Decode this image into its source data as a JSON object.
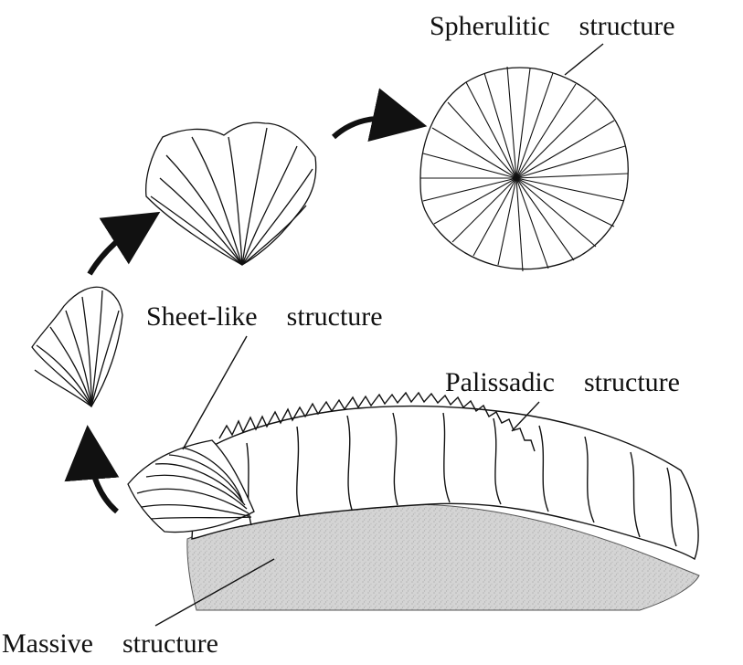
{
  "labels": {
    "spherulitic": [
      "Spherulitic",
      "structure"
    ],
    "sheet_like": [
      "Sheet-like",
      "structure"
    ],
    "palissadic": [
      "Palissadic",
      "structure"
    ],
    "massive": [
      "Massive",
      "structure"
    ]
  },
  "colors": {
    "ink": "#111111",
    "massive_fill": "#d2d2d2",
    "background": "#ffffff"
  }
}
